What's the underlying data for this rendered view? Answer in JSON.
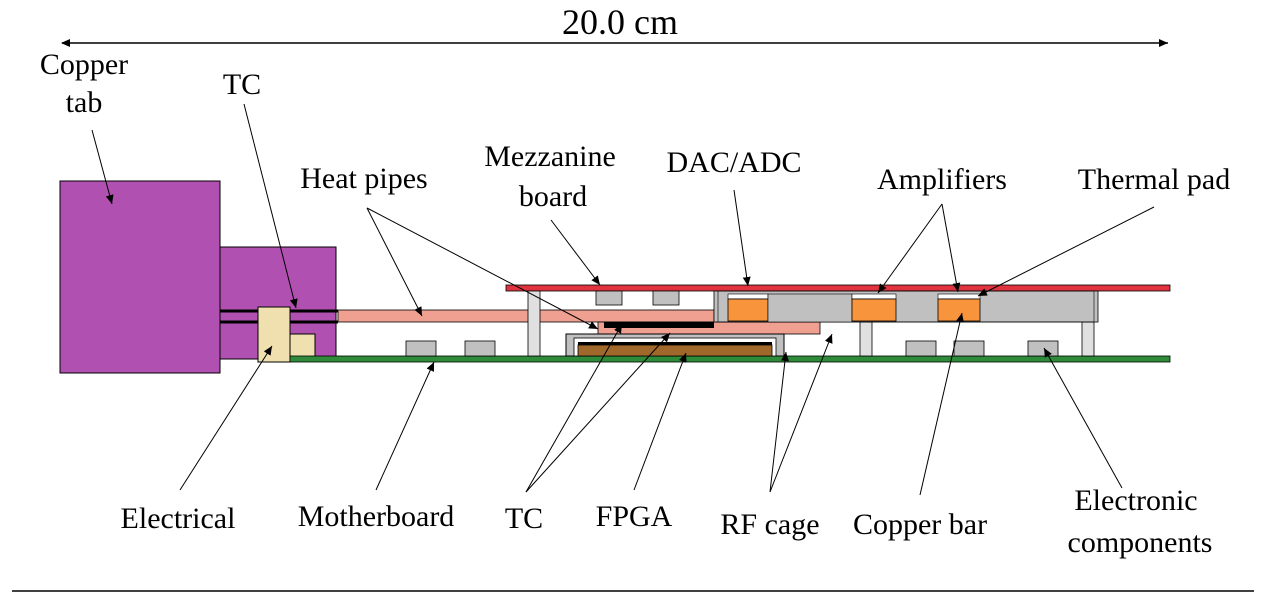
{
  "dimension": {
    "text": "20.0 cm"
  },
  "labels": {
    "copper_tab_1": "Copper",
    "copper_tab_2": "tab",
    "tc_top": "TC",
    "heat_pipes": "Heat pipes",
    "mezzanine_1": "Mezzanine",
    "mezzanine_2": "board",
    "dac_adc": "DAC/ADC",
    "amplifiers": "Amplifiers",
    "thermal_pad": "Thermal pad",
    "electrical": "Electrical",
    "motherboard": "Motherboard",
    "tc_bottom": "TC",
    "fpga": "FPGA",
    "rf_cage": "RF cage",
    "copper_bar": "Copper bar",
    "electronic_1": "Electronic",
    "electronic_2": "components"
  },
  "colors": {
    "copper_tab": "#b050b0",
    "mezzanine_board": "#e0333f",
    "motherboard": "#2e8b3a",
    "heat_pipe": "#f0a090",
    "component_gray": "#c0c0c0",
    "amplifier_orange": "#f7943c",
    "fpga_brown": "#a0682a",
    "electrical_connector": "#f0e0b0",
    "pillar": "#e0e0e0"
  }
}
